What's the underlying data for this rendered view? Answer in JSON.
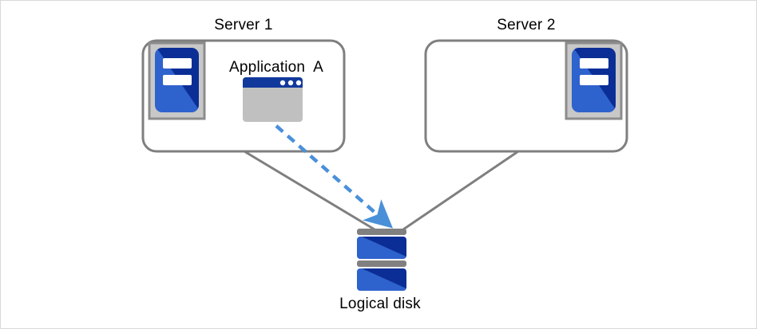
{
  "diagram": {
    "type": "architecture-diagram",
    "background_color": "#ffffff",
    "page_border_color": "#d9d9d9",
    "colors": {
      "box_outline": "#7f7f7f",
      "connector_line": "#7f7f7f",
      "dashed_arrow": "#4a90d9",
      "icon_frame": "#c8c8c8",
      "icon_blue_light": "#2e62cc",
      "icon_blue_dark": "#0b2e96",
      "window_titlebar": "#11399b",
      "window_body": "#c0c0c0",
      "disk_band": "#808080"
    },
    "nodes": [
      {
        "id": "server1",
        "label": "Server 1",
        "icon": "server-icon",
        "contains_app": true
      },
      {
        "id": "server2",
        "label": "Server 2",
        "icon": "server-icon",
        "contains_app": false
      },
      {
        "id": "disk",
        "label": "Logical disk",
        "icon": "disk-icon"
      }
    ],
    "application": {
      "label": "Application  A",
      "icon": "application-window-icon",
      "titlebar_dots": 3
    },
    "connectors": [
      {
        "id": "server1-to-disk",
        "style": "solid",
        "color": "#7f7f7f",
        "arrowhead": false
      },
      {
        "id": "server2-to-disk",
        "style": "solid",
        "color": "#7f7f7f",
        "arrowhead": false
      },
      {
        "id": "app-to-disk",
        "style": "dashed",
        "color": "#4a90d9",
        "arrowhead": true
      }
    ]
  }
}
